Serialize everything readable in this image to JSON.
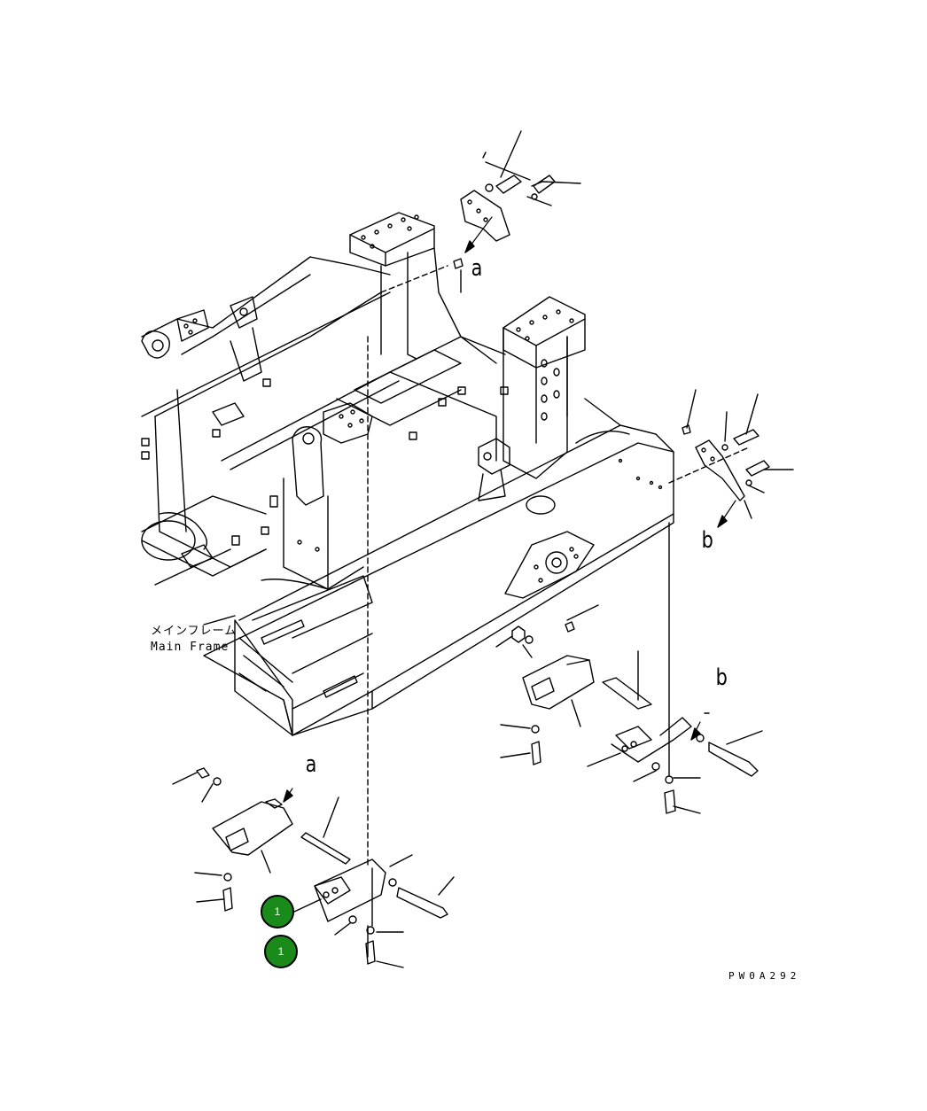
{
  "diagram": {
    "main_frame_label_jp": "メインフレーム",
    "main_frame_label_en": "Main Frame",
    "drawing_code": "PW0A292",
    "view_letters": {
      "a_top": "a",
      "a_bottom": "a",
      "b_right": "b",
      "b_lower": "b"
    },
    "callouts": [
      {
        "label": "1"
      },
      {
        "label": "1"
      }
    ]
  }
}
